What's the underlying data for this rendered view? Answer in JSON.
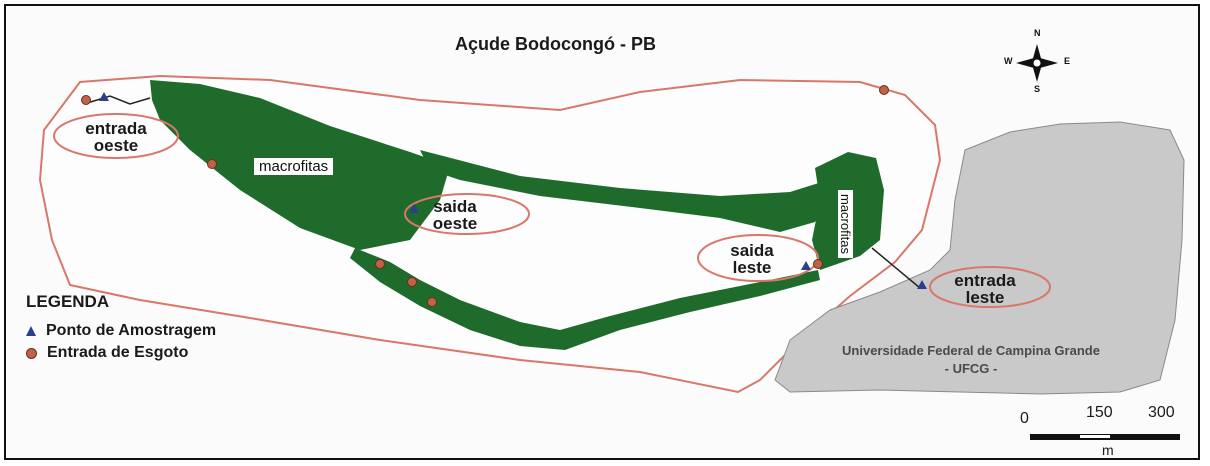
{
  "map": {
    "title": "Açude Bodocongó - PB",
    "labels": {
      "entrada_oeste": [
        "entrada",
        "oeste"
      ],
      "saida_oeste": [
        "saida",
        "oeste"
      ],
      "saida_leste": [
        "saida",
        "leste"
      ],
      "entrada_leste": [
        "entrada",
        "leste"
      ],
      "macrofitas": "macrofitas"
    },
    "university": [
      "Universidade Federal de Campina Grande",
      "- UFCG -"
    ],
    "legend": {
      "title": "LEGENDA",
      "items": [
        {
          "label": "Ponto de Amostragem",
          "symbol": "triangle-icon",
          "color": "#2c3f8c"
        },
        {
          "label": "Entrada de Esgoto",
          "symbol": "circle-icon",
          "color": "#c0624a"
        }
      ]
    },
    "scale": {
      "ticks": [
        "0",
        "150",
        "300"
      ],
      "unit": "m"
    },
    "compass": {
      "n": "N",
      "s": "S",
      "e": "E",
      "w": "W"
    },
    "colors": {
      "vegetation": "#1e6b2c",
      "boundary": "#d9776a",
      "campus": "#c9c9c9",
      "ellipse": "#d9776a"
    }
  }
}
